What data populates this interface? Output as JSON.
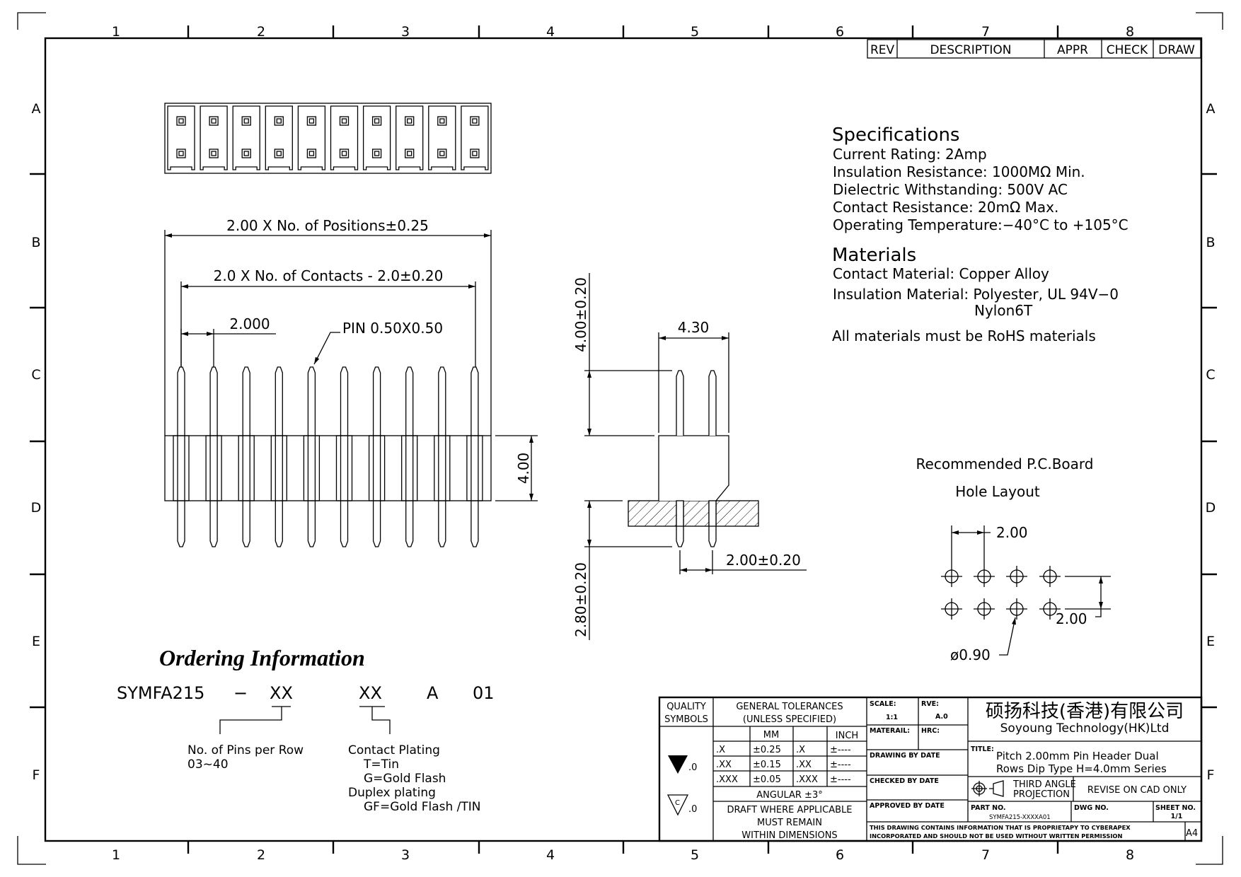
{
  "border": {
    "columns": [
      "1",
      "2",
      "3",
      "4",
      "5",
      "6",
      "7",
      "8"
    ],
    "bottom_columns": [
      "1",
      "2",
      "3",
      "4",
      "5",
      "6",
      "7",
      "8"
    ],
    "rows": [
      "A",
      "B",
      "C",
      "D",
      "E",
      "F"
    ]
  },
  "revision_table": {
    "rev": "REV",
    "description": "DESCRIPTION",
    "appr": "APPR",
    "check": "CHECK",
    "draw": "DRAW"
  },
  "front_view": {
    "pin_count": 10,
    "dim_positions": "2.00 X No. of Positions±0.25",
    "dim_contacts": "2.0 X No. of Contacts - 2.0±0.20",
    "dim_pitch": "2.000",
    "pin_callout": "PIN 0.50X0.50",
    "dim_height": "4.00"
  },
  "side_view": {
    "dim_pin_top": "4.00±0.20",
    "dim_width": "4.30",
    "dim_pin_bottom": "2.80±0.20",
    "dim_row_pitch": "2.00±0.20"
  },
  "specifications": {
    "heading": "Specifications",
    "lines": [
      "Current  Rating:    2Amp",
      "Insulation  Resistance:  1000MΩ  Min.",
      "Dielectric  Withstanding:    500V  AC",
      "Contact  Resistance:    20mΩ  Max.",
      "Operating  Temperature:−40°C  to  +105°C"
    ]
  },
  "materials": {
    "heading": "Materials",
    "contact": "Contact  Material:  Copper  Alloy",
    "insulation": "Insulation  Material:  Polyester, UL  94V−0",
    "insulation_alt": "Nylon6T",
    "note": "All  materials  must  be  RoHS  materials"
  },
  "pcb_layout": {
    "title_line1": "Recommended  P.C.Board",
    "title_line2": "Hole  Layout",
    "dim_pitch_x": "2.00",
    "dim_pitch_y": "2.00",
    "hole_dia": "ø0.90"
  },
  "ordering": {
    "heading": "Ordering Information",
    "part_prefix": "SYMFA215",
    "dash": "−",
    "pins_code": "XX",
    "plating_code": "XX",
    "type_code": "A",
    "suffix": "01",
    "pins_label": "No.  of  Pins  per  Row",
    "pins_range": "03~40",
    "plating_label": "Contact  Plating",
    "plating_options": [
      "T=Tin",
      "G=Gold  Flash"
    ],
    "duplex_label": "Duplex  plating",
    "duplex_option": "GF=Gold  Flash   /TIN"
  },
  "title_block": {
    "quality_symbols": [
      "QUALITY",
      "SYMBOLS"
    ],
    "quality_mark": ".0",
    "tolerances_title": [
      "GENERAL  TOLERANCES",
      "(UNLESS  SPECIFIED)"
    ],
    "mm": "MM",
    "inch": "INCH",
    "rows": [
      {
        "mm_label": ".X",
        "mm_val": "±0.25",
        "in_label": ".X",
        "in_val": "±----"
      },
      {
        "mm_label": ".XX",
        "mm_val": "±0.15",
        "in_label": ".XX",
        "in_val": "±----"
      },
      {
        "mm_label": ".XXX",
        "mm_val": "±0.05",
        "in_label": ".XXX",
        "in_val": "±----"
      }
    ],
    "angular": "ANGULAR  ±3°",
    "draft_note": [
      "DRAFT  WHERE  APPLICABLE",
      "MUST  REMAIN",
      "WITHIN  DIMENSIONS"
    ],
    "scale_label": "SCALE:",
    "scale": "1:1",
    "rve_label": "RVE:",
    "rve": "A.0",
    "material_label": "MATERAIL:",
    "hrc_label": "HRC:",
    "drawing_by": "DRAWING  BY     DATE",
    "checked_by": "CHECKED  BY     DATE",
    "approved_by": "APPROVED  BY  DATE",
    "company_cn": "硕扬科技(香港)有限公司",
    "company_en": "Soyoung  Technology(HK)Ltd",
    "title_label": "TITLE:",
    "title": [
      "Pitch  2.00mm  Pin  Header  Dual",
      "Rows  Dip  Type  H=4.0mm  Series"
    ],
    "projection": [
      "THIRD  ANGLE",
      "PROJECTION"
    ],
    "revise_note": "REVISE  ON  CAD  ONLY",
    "part_no_label": "PART  NO.",
    "part_no": "SYMFA215-XXXXA01",
    "dwg_no_label": "DWG  NO.",
    "sheet_no_label": "SHEET  NO.",
    "sheet_no": "1/1",
    "disclaimer": [
      "THIS  DRAWING  CONTAINS  INFORMATION  THAT  IS  PROPRIETAPY  TO  CYBERAPEX",
      "INCORPORATED  AND  SHOULD  NOT  BE  USED  WITHOUT  WRITTEN  PERMISSION"
    ],
    "paper_size": "A4"
  }
}
